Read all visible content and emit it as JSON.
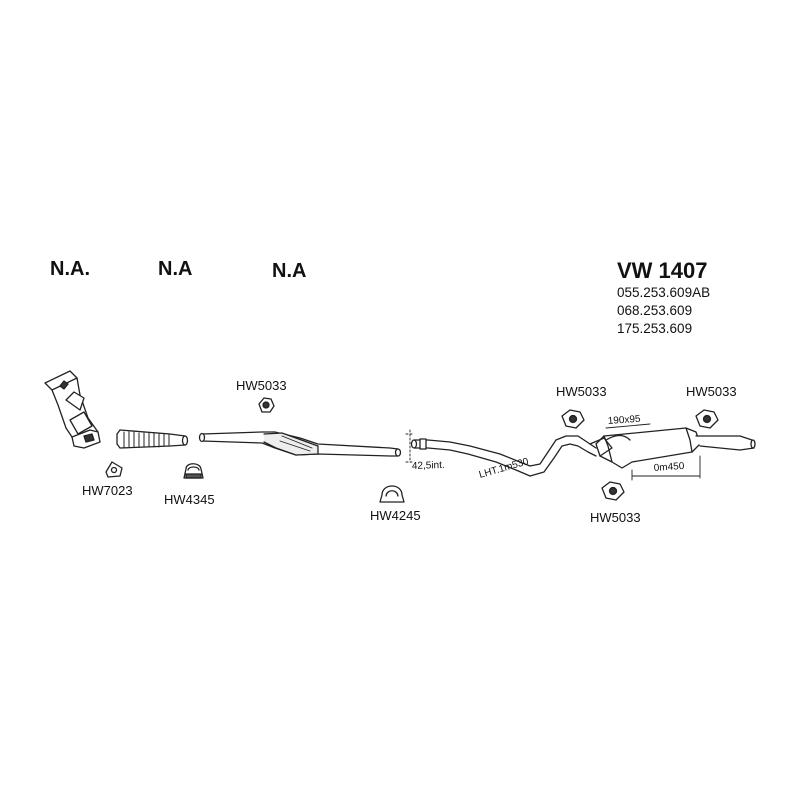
{
  "na_labels": [
    "N.A.",
    "N.A",
    "N.A"
  ],
  "header": {
    "title": "VW 1407",
    "part_numbers": [
      "055.253.609AB",
      "068.253.609",
      "175.253.609"
    ]
  },
  "parts": {
    "mount_front": "HW5033",
    "gasket": "HW7023",
    "clamp_flex": "HW4345",
    "clamp_mid": "HW4245",
    "mount_rear_left_top": "HW5033",
    "mount_rear_right_top": "HW5033",
    "mount_rear_bottom": "HW5033"
  },
  "dimensions": {
    "inlet_diameter": "42,5int.",
    "pipe_length": "LHT.1m530",
    "box_section": "190x95",
    "box_length": "0m450"
  }
}
